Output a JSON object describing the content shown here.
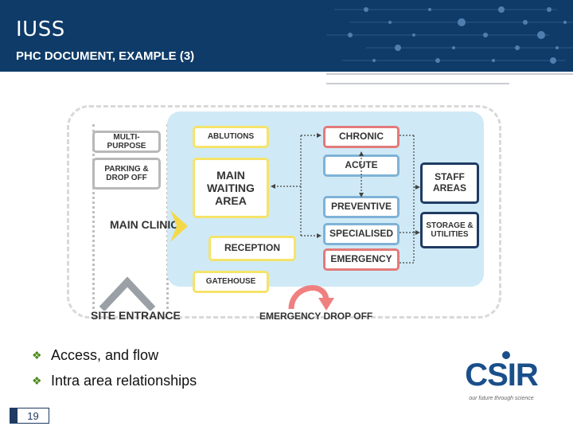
{
  "header": {
    "title": "IUSS",
    "subtitle": "PHC DOCUMENT, EXAMPLE (3)"
  },
  "diagram": {
    "multi_purpose": "MULTI-PURPOSE",
    "parking": "PARKING & DROP OFF",
    "main_clinic": "MAIN CLINIC",
    "site_entrance": "SITE ENTRANCE",
    "ablutions": "ABLUTIONS",
    "main_waiting": "MAIN WAITING AREA",
    "reception": "RECEPTION",
    "gatehouse": "GATEHOUSE",
    "chronic": "CHRONIC",
    "acute": "ACUTE",
    "preventive": "PREVENTIVE",
    "specialised": "SPECIALISED",
    "emergency": "EMERGENCY",
    "staff_areas": "STAFF AREAS",
    "storage": "STORAGE & UTILITIES",
    "emergency_drop": "EMERGENCY DROP OFF"
  },
  "bullets": [
    "Access, and flow",
    "Intra area relationships"
  ],
  "page_number": "19",
  "logo": {
    "name": "CSIR",
    "tagline": "our future through science"
  },
  "colors": {
    "header_bg": "#0f3b68",
    "clinic_bg": "#cfeaf6",
    "accent_green": "#4a8a1a"
  }
}
